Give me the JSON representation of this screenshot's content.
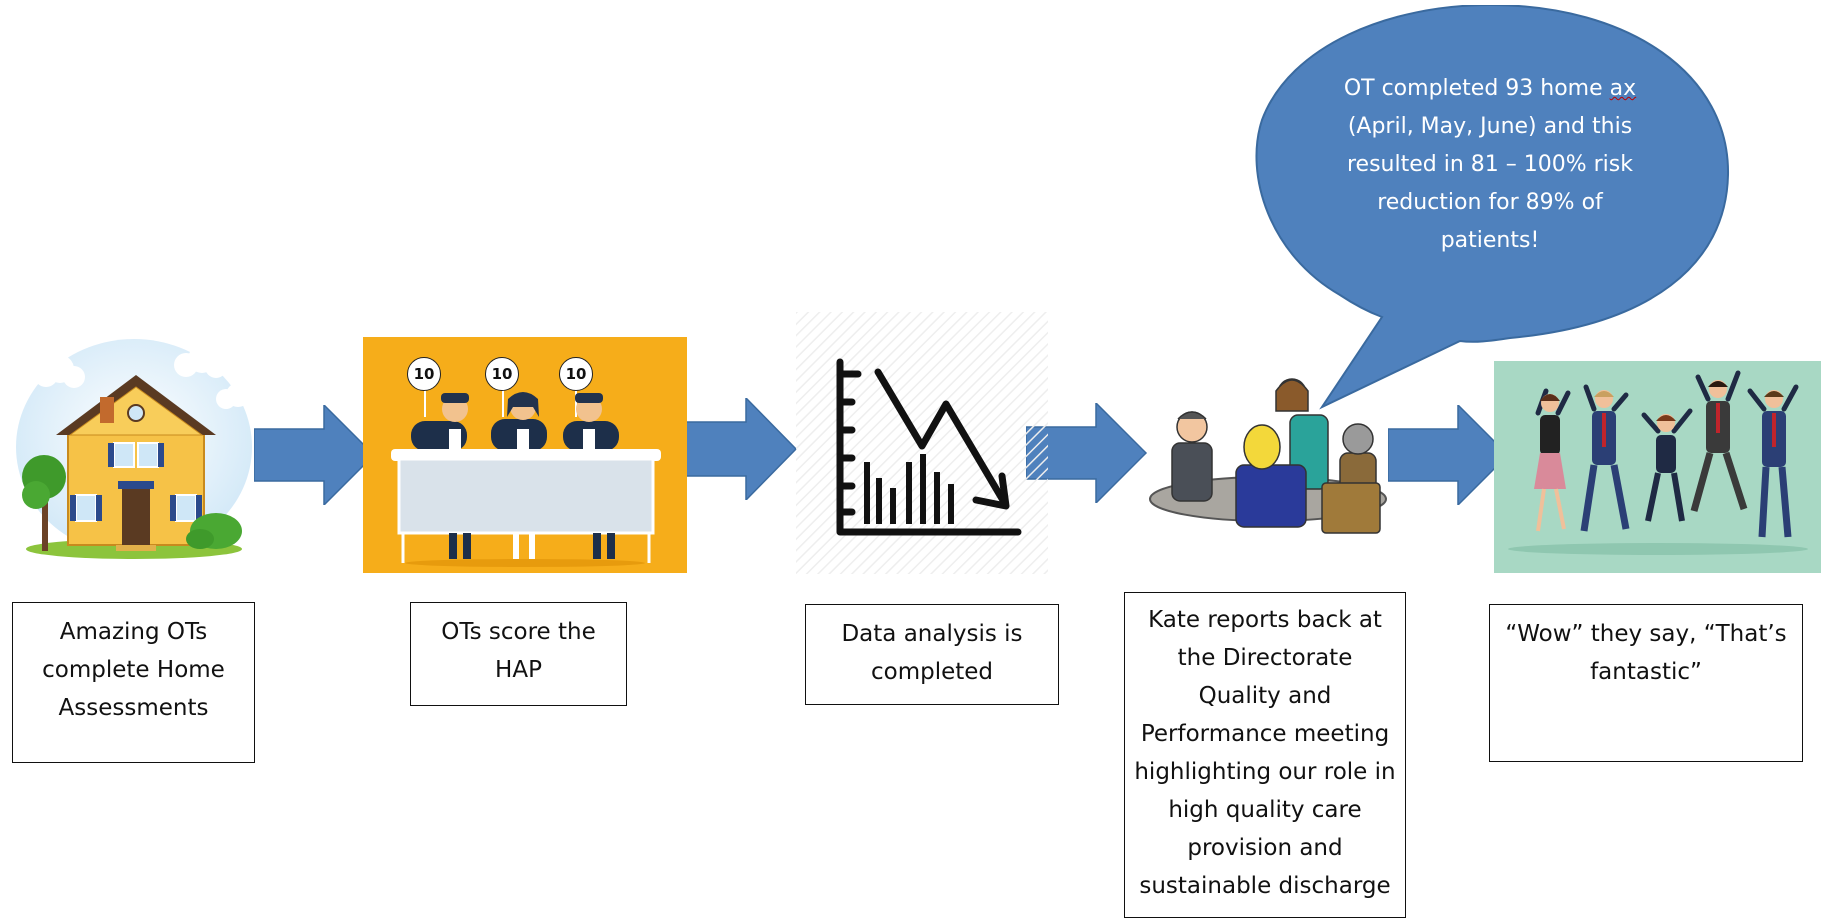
{
  "steps": [
    {
      "label_lines": [
        "Amazing OTs",
        "complete Home",
        "Assessments"
      ]
    },
    {
      "label_lines": [
        "OTs score the",
        "HAP"
      ]
    },
    {
      "label_lines": [
        "Data analysis is",
        "completed"
      ]
    },
    {
      "label_lines": [
        "Kate reports back at",
        "the Directorate",
        "Quality and",
        "Performance meeting",
        "highlighting our role in",
        "high quality care",
        "provision and",
        "sustainable discharge"
      ]
    },
    {
      "label_lines": [
        "“Wow” they say, “That’s",
        "fantastic”"
      ]
    }
  ],
  "callout": {
    "line1_prefix": "OT completed 93 home ",
    "line1_flagged": "ax",
    "lines": [
      "(April, May, June) and this",
      "resulted in 81 – 100% risk",
      "reduction for 89% of",
      "patients!"
    ]
  },
  "judges": {
    "score_cards": [
      "10",
      "10",
      "10"
    ]
  },
  "colors": {
    "arrow": "#4f81bd",
    "arrow_border": "#3a6a9f",
    "bubble": "#4f81bd",
    "judges_bg": "#f6ad1a",
    "celebration_bg": "#a8d8c4"
  }
}
